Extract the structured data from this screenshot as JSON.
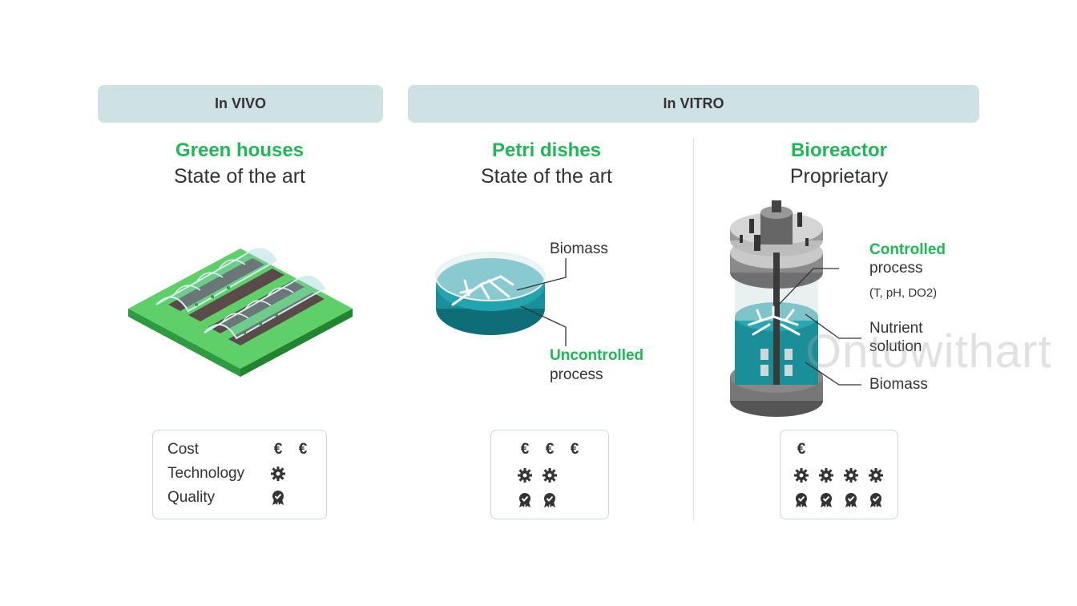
{
  "headers": {
    "in_vivo": "In VIVO",
    "in_vitro": "In VITRO"
  },
  "columns": {
    "greenhouses": {
      "title": "Green houses",
      "subtitle": "State of the art"
    },
    "petri": {
      "title": "Petri dishes",
      "subtitle": "State of the art"
    },
    "bioreactor": {
      "title": "Bioreactor",
      "subtitle": "Proprietary"
    }
  },
  "petri_labels": {
    "biomass": "Biomass",
    "uncontrolled": "Uncontrolled",
    "process": "process"
  },
  "bioreactor_labels": {
    "controlled": "Controlled",
    "process": "process",
    "params": "(T, pH, DO2)",
    "nutrient": "Nutrient",
    "solution": "solution",
    "biomass": "Biomass"
  },
  "rating_labels": {
    "cost": "Cost",
    "technology": "Technology",
    "quality": "Quality"
  },
  "ratings": {
    "greenhouses": {
      "cost": 2,
      "technology": 1,
      "quality": 1
    },
    "petri": {
      "cost": 3,
      "technology": 2,
      "quality": 2
    },
    "bioreactor": {
      "cost": 1,
      "technology": 4,
      "quality": 4
    }
  },
  "currency_symbol": "€",
  "watermark": "Ontowithart",
  "colors": {
    "accent_green": "#1db954",
    "header_bg": "#cfe2e3",
    "teal": "#1a8e99"
  },
  "icons": {
    "cost": "euro-icon",
    "technology": "gear-icon",
    "quality": "award-icon"
  }
}
